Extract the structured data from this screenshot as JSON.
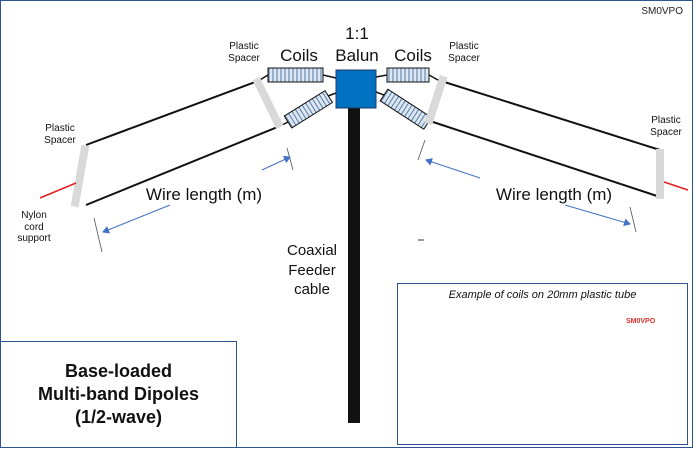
{
  "callsign": "SM0VPO",
  "balun": {
    "ratio": "1:1",
    "label": "Balun"
  },
  "coils_label": "Coils",
  "spacer_label": [
    "Plastic",
    "Spacer"
  ],
  "wire_length_label": "Wire length (m)",
  "nylon_label": [
    "Nylon",
    "cord",
    "support"
  ],
  "feeder_label": [
    "Coaxial",
    "Feeder",
    "cable"
  ],
  "title": [
    "Base-loaded",
    "Multi-band Dipoles",
    "(1/2-wave)"
  ],
  "photo": {
    "caption": "Example of coils on 20mm plastic tube",
    "watermark": "SM0VPO"
  },
  "colors": {
    "balun": "#0070c0",
    "nylon": "#e02020",
    "arrow": "#4472c4",
    "border": "#2f5496",
    "spacer": "#d9d9d9",
    "coil_fill": "#dbe7f5",
    "copper": "#b8642a"
  }
}
